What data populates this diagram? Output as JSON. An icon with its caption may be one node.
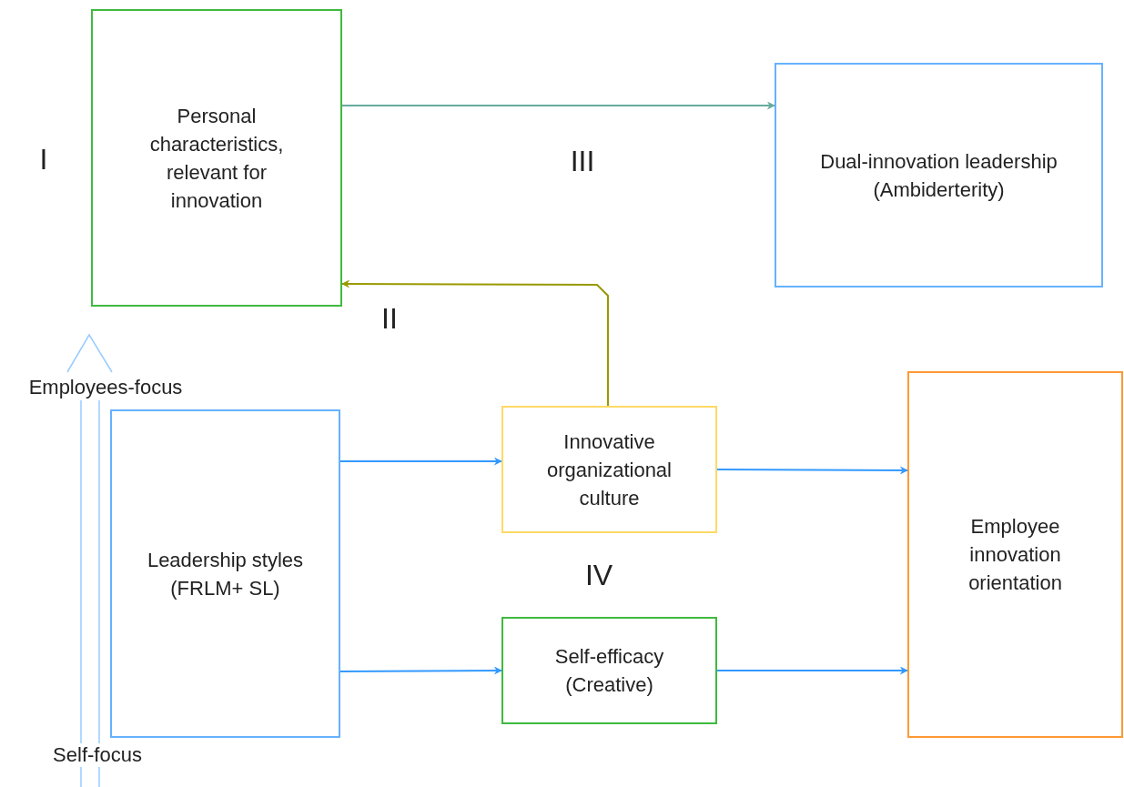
{
  "diagram": {
    "nodes": [
      {
        "text": [
          "Personal characteristics, relevant for innovation"
        ]
      },
      {
        "text": [
          "Dual-innovation leadership (Ambiderterity)"
        ]
      },
      {
        "text": [
          "Leadership styles (FRLM+ SL)"
        ]
      },
      {
        "text": [
          "Innovative organizational culture"
        ]
      },
      {
        "text": [
          "Self-efficacy (Creative)"
        ]
      },
      {
        "text": [
          "Employee innovation orientation"
        ]
      }
    ],
    "edges": [
      {
        "from": 0,
        "to": 1,
        "arrow": "to",
        "color": "#67ab9f"
      },
      {
        "from": 3,
        "to": 0,
        "arrow": "to",
        "color": "#999900"
      },
      {
        "from": 2,
        "to": 3,
        "arrow": "to"
      },
      {
        "from": 3,
        "to": 5,
        "arrow": "to"
      },
      {
        "from": 2,
        "to": 4,
        "arrow": "to"
      },
      {
        "from": 4,
        "to": 5,
        "arrow": "to"
      }
    ],
    "labels": [
      "I",
      "III",
      "II",
      "Employees-focus",
      "IV",
      "Self-focus"
    ]
  }
}
